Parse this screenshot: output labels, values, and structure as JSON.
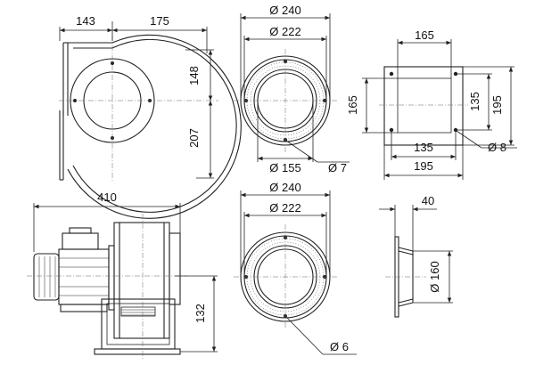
{
  "colors": {
    "line": "#222222",
    "background": "#ffffff",
    "text": "#111111"
  },
  "dimensions": {
    "side_view": {
      "left_width": "143",
      "right_width": "175",
      "upper_height": "148",
      "lower_height": "207"
    },
    "inlet_flange": {
      "outer_dia": "Ø 240",
      "inner_dia": "Ø 222",
      "bolt_circle": "Ø 155",
      "hole": "Ø 7"
    },
    "outlet_flange": {
      "top_width": "165",
      "left_height": "165",
      "hole_spacing_h": "135",
      "hole_spacing_v": "135",
      "outer_h": "195",
      "outer_w": "195",
      "hole": "Ø 8"
    },
    "front_view": {
      "total_width": "410",
      "outlet_height": "132"
    },
    "second_flange": {
      "outer_dia": "Ø 240",
      "inner_dia": "Ø 222",
      "hole": "Ø 6"
    },
    "profile": {
      "depth": "40",
      "dia": "Ø 160"
    }
  }
}
